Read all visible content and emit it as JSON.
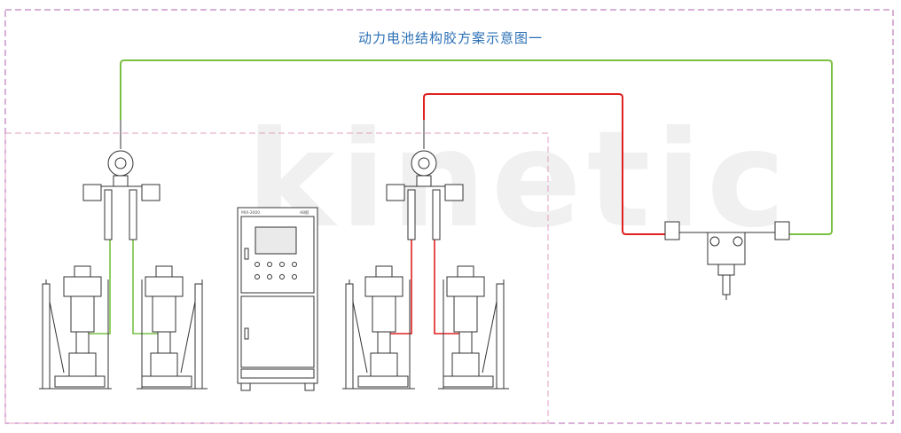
{
  "diagram": {
    "title": "动力电池结构胶方案示意图一",
    "watermark": "kinetic",
    "cabinet_label_left": "MIX-2000",
    "cabinet_label_right": "AB胶",
    "colors": {
      "green_line": "#7ac143",
      "red_line": "#e02020",
      "outer_border": "#b060b0",
      "inner_border": "#e0a0c0",
      "title": "#2a6fb5",
      "machine": "#333333"
    },
    "lines": {
      "left_unit_hose": "green",
      "right_unit_hose": "red"
    }
  }
}
